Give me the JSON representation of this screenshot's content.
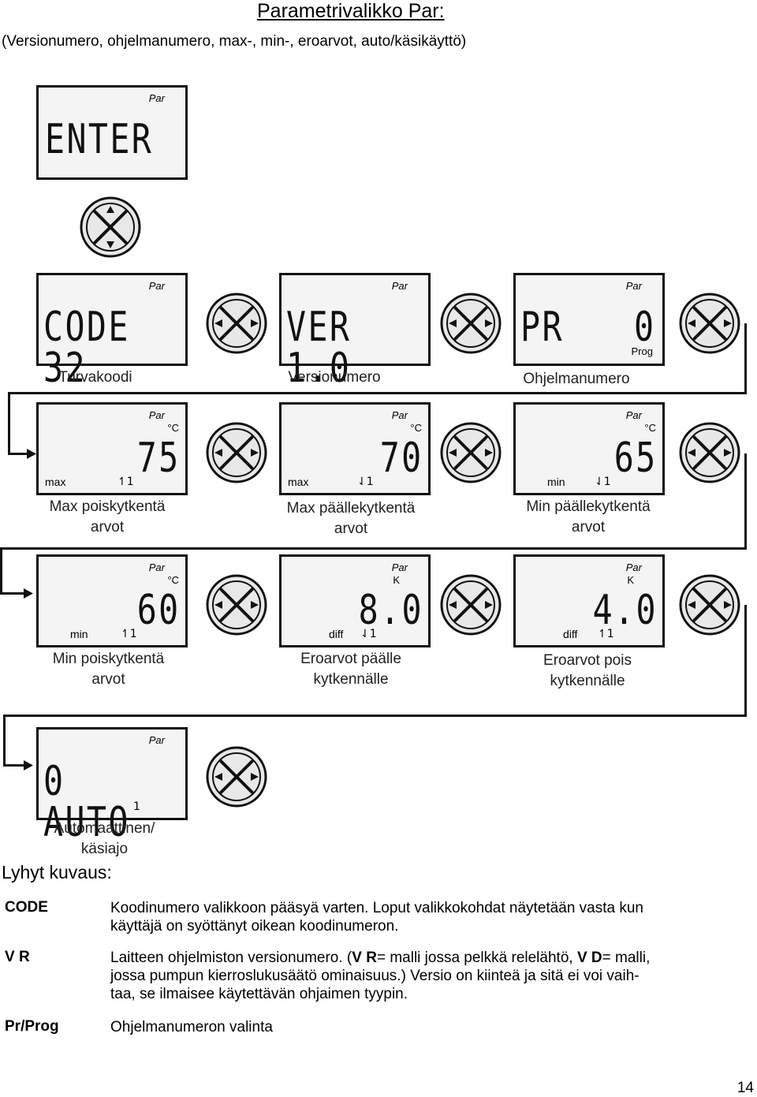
{
  "title": "Parametrivalikko Par:",
  "subtitle": "(Versionumero, ohjelmanumero, max-, min-, eroarvot, auto/käsikäyttö)",
  "panels": {
    "enter": {
      "par": "Par",
      "display": "ENTER"
    },
    "code": {
      "par": "Par",
      "display": "CODE 32",
      "caption": "Turvakoodi"
    },
    "ver": {
      "par": "Par",
      "display": "VER 1.0",
      "caption": "Versionumero"
    },
    "pr": {
      "par": "Par",
      "display": "PR",
      "value": "0",
      "sub": "Prog",
      "caption": "Ohjelmanumero"
    },
    "max_off": {
      "par": "Par",
      "unit": "°C",
      "display": "75",
      "small": "max",
      "indicator": "↿1",
      "caption1": "Max poiskytkentä",
      "caption2": "arvot"
    },
    "max_on": {
      "par": "Par",
      "unit": "°C",
      "display": "70",
      "small": "max",
      "indicator": "⇃1",
      "caption1": "Max päällekytkentä",
      "caption2": "arvot"
    },
    "min_on": {
      "par": "Par",
      "unit": "°C",
      "display": "65",
      "small": "min",
      "indicator": "⇃1",
      "caption1": "Min päällekytkentä",
      "caption2": "arvot"
    },
    "min_off": {
      "par": "Par",
      "unit": "°C",
      "display": "60",
      "small": "min",
      "indicator": "↿1",
      "caption1": "Min poiskytkentä",
      "caption2": "arvot"
    },
    "diff_on": {
      "par": "Par",
      "unit": "K",
      "display": "8.0",
      "small": "diff",
      "indicator": "⇃1",
      "caption1": "Eroarvot päälle",
      "caption2": "kytkennälle"
    },
    "diff_off": {
      "par": "Par",
      "unit": "K",
      "display": "4.0",
      "small": "diff",
      "indicator": "↿1",
      "caption1": "Eroarvot pois",
      "caption2": "kytkennälle"
    },
    "auto": {
      "par": "Par",
      "display": "0 AUTO",
      "indicator": "1",
      "caption1": "Automaattinen/",
      "caption2": "käsiajo"
    }
  },
  "description": {
    "heading": "Lyhyt kuvaus:",
    "items": [
      {
        "term": "CODE",
        "line1": "Koodinumero valikkoon pääsyä varten. Loput valikkokohdat näytetään vasta kun",
        "line2": "käyttäjä on syöttänyt oikean koodinumeron."
      },
      {
        "term": "V R",
        "line1_a": "Laitteen ohjelmiston versionumero. (",
        "line1_b": "V R",
        "line1_c": "= malli jossa pelkkä relelähtö, ",
        "line1_d": "V D",
        "line1_e": "= malli,",
        "line2": "jossa pumpun kierroslukusäätö ominaisuus.) Versio on kiinteä ja sitä ei voi vaih-",
        "line3": "taa, se ilmaisee käytettävän ohjaimen tyypin."
      },
      {
        "term": "Pr/Prog",
        "line1": "Ohjelmanumeron valinta"
      }
    ]
  },
  "page_number": "14"
}
